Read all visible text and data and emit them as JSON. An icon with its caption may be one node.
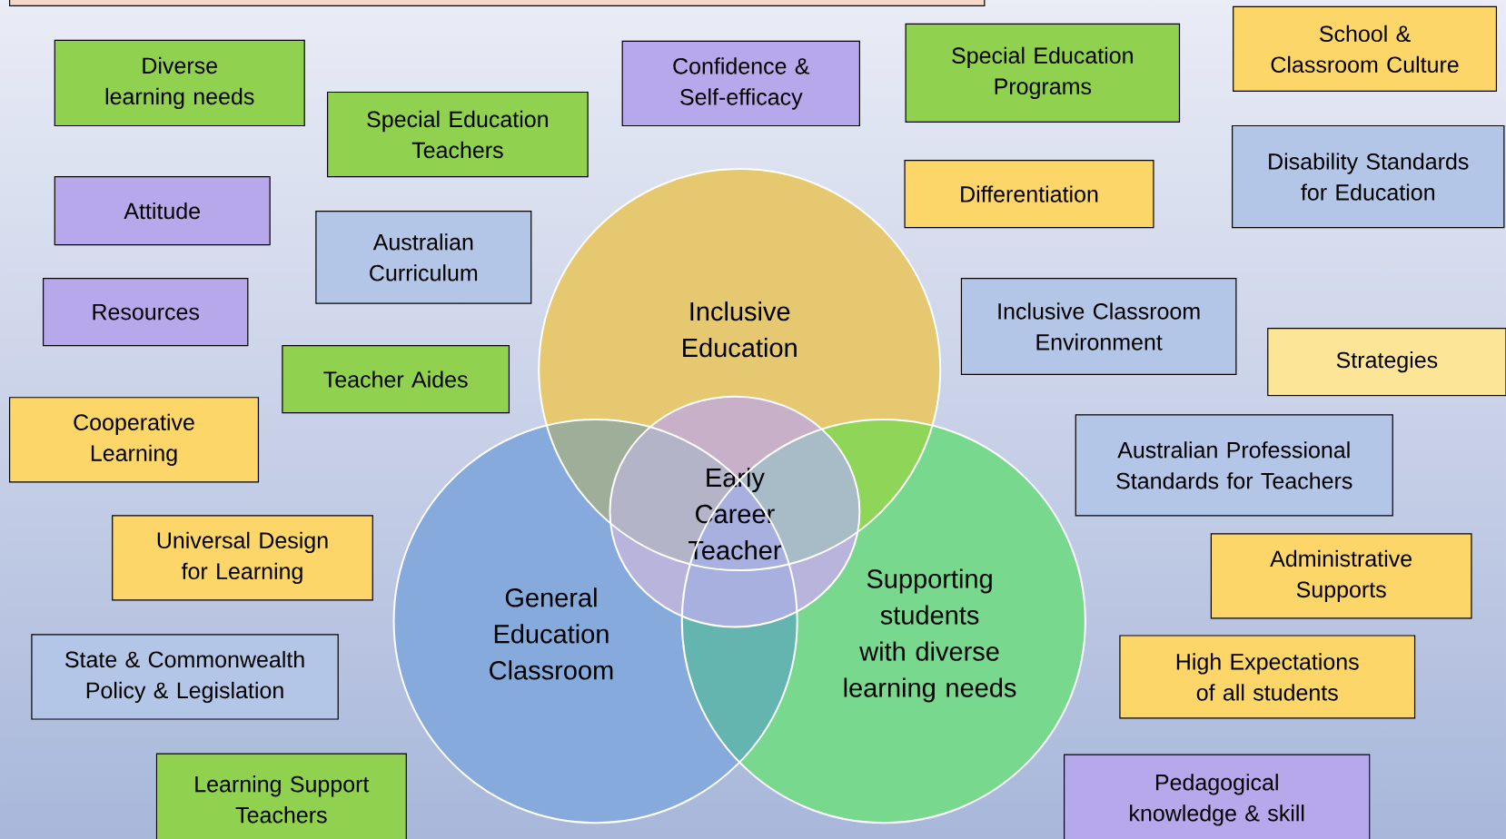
{
  "diagram": {
    "nodes": [
      {
        "text": [],
        "shape": "box"
      },
      {
        "text": [
          "Diverse learning needs"
        ]
      },
      {
        "text": [
          "Confidence & Self-efficacy"
        ]
      },
      {
        "text": [
          "Special Education Programs"
        ]
      },
      {
        "text": [
          "School & Classroom Culture"
        ]
      },
      {
        "text": [
          "Special Education Teachers"
        ]
      },
      {
        "text": [
          "Differentiation"
        ]
      },
      {
        "text": [
          "Disability Standards for Education"
        ]
      },
      {
        "text": [
          "Attitude"
        ]
      },
      {
        "text": [
          "Australian Curriculum"
        ]
      },
      {
        "text": [
          "Inclusive Education"
        ]
      },
      {
        "text": [
          "Resources"
        ]
      },
      {
        "text": [
          "Inclusive Classroom Environment"
        ]
      },
      {
        "text": [
          "Strategies"
        ]
      },
      {
        "text": [
          "Teacher Aides"
        ]
      },
      {
        "text": [
          "Cooperative Learning"
        ]
      },
      {
        "text": [
          "Early Career Teacher"
        ]
      },
      {
        "text": [
          "Australian Professional Standards for Teachers"
        ]
      },
      {
        "text": [
          "Universal Design for Learning"
        ]
      },
      {
        "text": [
          "Administrative Supports"
        ]
      },
      {
        "text": [
          "General Education Classroom"
        ]
      },
      {
        "text": [
          "Supporting students with diverse learning needs"
        ]
      },
      {
        "text": [
          "State & Commonwealth Policy & Legislation"
        ]
      },
      {
        "text": [
          "High Expectations of all students"
        ]
      },
      {
        "text": [
          "Learning Support Teachers"
        ]
      },
      {
        "text": [
          "Pedagogical knowledge & skill"
        ]
      }
    ]
  }
}
